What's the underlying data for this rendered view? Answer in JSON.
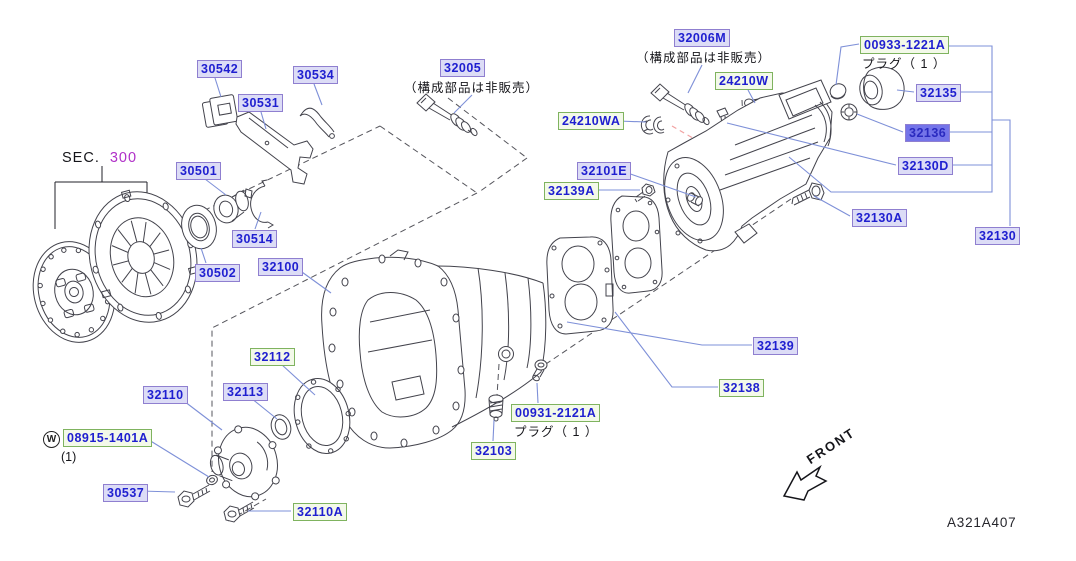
{
  "diagram": {
    "sec_prefix": "SEC.",
    "sec_number": "300",
    "front": "FRONT",
    "drawing_code": "A321A407",
    "note_not_sold_32005": "（構成部品は非販売）",
    "note_not_sold_32006M": "（構成部品は非販売）",
    "note_plug_00933": "プラグ（ 1 ）",
    "note_plug_00931": "プラグ（ 1 ）",
    "note_qty_08915": "(1)",
    "washer_mark": "W",
    "colors": {
      "label_text": "#1f1fd0",
      "label_bg": "#dcdcf6",
      "label_border": "#8f7fd0",
      "green_label_border": "#7fb35f",
      "green_label_bg": "#f3f9e9",
      "selected_label_bg": "#7474e9",
      "leader_line": "#7e90d8",
      "red_dash": "#f2a1a1",
      "sec_number": "#b030c8",
      "line_art": "#43434c"
    }
  },
  "parts": {
    "p30542": {
      "text": "30542",
      "type": "plain"
    },
    "p30534": {
      "text": "30534",
      "type": "plain"
    },
    "p32005": {
      "text": "32005",
      "type": "plain"
    },
    "p32006M": {
      "text": "32006M",
      "type": "plain"
    },
    "p00933": {
      "text": "00933-1221A",
      "type": "green"
    },
    "p24210W": {
      "text": "24210W",
      "type": "green"
    },
    "p32135": {
      "text": "32135",
      "type": "plain"
    },
    "p30531": {
      "text": "30531",
      "type": "plain"
    },
    "p24210WA": {
      "text": "24210WA",
      "type": "green"
    },
    "p32136": {
      "text": "32136",
      "type": "selected"
    },
    "p32130D": {
      "text": "32130D",
      "type": "plain"
    },
    "p32101E": {
      "text": "32101E",
      "type": "plain"
    },
    "p32139A": {
      "text": "32139A",
      "type": "green"
    },
    "p32130A": {
      "text": "32130A",
      "type": "plain"
    },
    "p32130": {
      "text": "32130",
      "type": "plain"
    },
    "p30501": {
      "text": "30501",
      "type": "plain"
    },
    "p30514": {
      "text": "30514",
      "type": "plain"
    },
    "p30502": {
      "text": "30502",
      "type": "plain"
    },
    "p32100": {
      "text": "32100",
      "type": "plain"
    },
    "p32139": {
      "text": "32139",
      "type": "plain"
    },
    "p32138": {
      "text": "32138",
      "type": "green"
    },
    "p32112": {
      "text": "32112",
      "type": "green"
    },
    "p32113": {
      "text": "32113",
      "type": "plain"
    },
    "p32110": {
      "text": "32110",
      "type": "plain"
    },
    "p00931": {
      "text": "00931-2121A",
      "type": "green"
    },
    "p32103": {
      "text": "32103",
      "type": "green"
    },
    "p08915": {
      "text": "08915-1401A",
      "type": "green"
    },
    "p30537": {
      "text": "30537",
      "type": "plain"
    },
    "p32110A": {
      "text": "32110A",
      "type": "green"
    }
  }
}
